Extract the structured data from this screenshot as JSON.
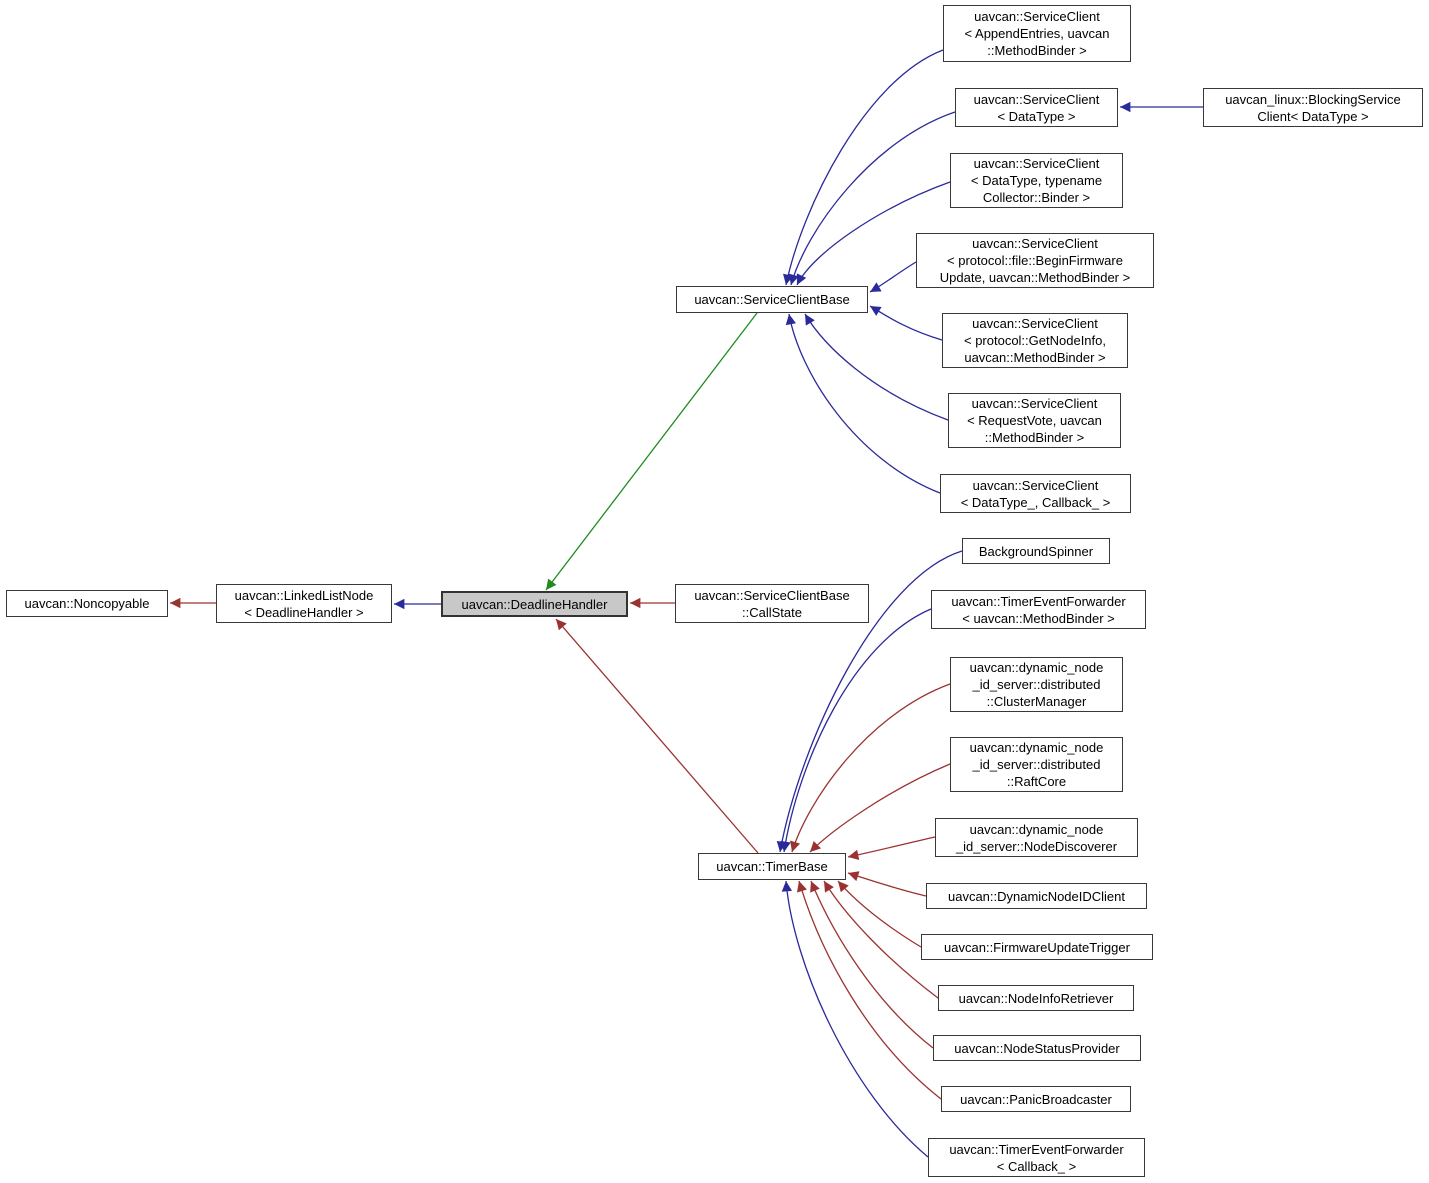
{
  "diagram": {
    "kind": "class-inheritance-graph",
    "focal_class": "uavcan::DeadlineHandler",
    "colors": {
      "public_inheritance": "#2a2a9a",
      "protected_inheritance": "#1e8c1e",
      "private_inheritance": "#9b3232",
      "node_border": "#383838",
      "node_fill": "#ffffff",
      "focal_node_fill": "#c8c8c8",
      "background": "#ffffff"
    },
    "nodes": [
      {
        "id": "sc-appendentries",
        "label": "uavcan::ServiceClient\n< AppendEntries, uavcan\n::MethodBinder >"
      },
      {
        "id": "sc-datatype",
        "label": "uavcan::ServiceClient\n< DataType >"
      },
      {
        "id": "blockingserviceclient",
        "label": "uavcan_linux::BlockingService\nClient< DataType >"
      },
      {
        "id": "sc-collector-binder",
        "label": "uavcan::ServiceClient\n< DataType, typename\nCollector::Binder >"
      },
      {
        "id": "sc-beginfirmware",
        "label": "uavcan::ServiceClient\n< protocol::file::BeginFirmware\nUpdate, uavcan::MethodBinder >"
      },
      {
        "id": "sc-getnodeinfo",
        "label": "uavcan::ServiceClient\n< protocol::GetNodeInfo,\nuavcan::MethodBinder >"
      },
      {
        "id": "sc-requestvote",
        "label": "uavcan::ServiceClient\n< RequestVote, uavcan\n::MethodBinder >"
      },
      {
        "id": "sc-datatype-callback",
        "label": "uavcan::ServiceClient\n< DataType_, Callback_ >"
      },
      {
        "id": "serviceclientbase",
        "label": "uavcan::ServiceClientBase"
      },
      {
        "id": "noncopyable",
        "label": "uavcan::Noncopyable"
      },
      {
        "id": "linkedlistnode",
        "label": "uavcan::LinkedListNode\n< DeadlineHandler >"
      },
      {
        "id": "deadlinehandler",
        "label": "uavcan::DeadlineHandler"
      },
      {
        "id": "callstate",
        "label": "uavcan::ServiceClientBase\n::CallState"
      },
      {
        "id": "backgroundspinner",
        "label": "BackgroundSpinner"
      },
      {
        "id": "tef-methodbinder",
        "label": "uavcan::TimerEventForwarder\n< uavcan::MethodBinder >"
      },
      {
        "id": "clustermanager",
        "label": "uavcan::dynamic_node\n_id_server::distributed\n::ClusterManager"
      },
      {
        "id": "raftcore",
        "label": "uavcan::dynamic_node\n_id_server::distributed\n::RaftCore"
      },
      {
        "id": "nodediscoverer",
        "label": "uavcan::dynamic_node\n_id_server::NodeDiscoverer"
      },
      {
        "id": "dynamicnodeidclient",
        "label": "uavcan::DynamicNodeIDClient"
      },
      {
        "id": "firmwareupdatetrigger",
        "label": "uavcan::FirmwareUpdateTrigger"
      },
      {
        "id": "nodeinforetriever",
        "label": "uavcan::NodeInfoRetriever"
      },
      {
        "id": "nodestatusprovider",
        "label": "uavcan::NodeStatusProvider"
      },
      {
        "id": "panicbroadcaster",
        "label": "uavcan::PanicBroadcaster"
      },
      {
        "id": "tef-callback",
        "label": "uavcan::TimerEventForwarder\n< Callback_ >"
      },
      {
        "id": "timerbase",
        "label": "uavcan::TimerBase"
      }
    ],
    "edges": [
      {
        "from": "sc-appendentries",
        "to": "serviceclientbase",
        "relation": "public"
      },
      {
        "from": "sc-datatype",
        "to": "serviceclientbase",
        "relation": "public"
      },
      {
        "from": "blockingserviceclient",
        "to": "sc-datatype",
        "relation": "public"
      },
      {
        "from": "sc-collector-binder",
        "to": "serviceclientbase",
        "relation": "public"
      },
      {
        "from": "sc-beginfirmware",
        "to": "serviceclientbase",
        "relation": "public"
      },
      {
        "from": "sc-getnodeinfo",
        "to": "serviceclientbase",
        "relation": "public"
      },
      {
        "from": "sc-requestvote",
        "to": "serviceclientbase",
        "relation": "public"
      },
      {
        "from": "sc-datatype-callback",
        "to": "serviceclientbase",
        "relation": "public"
      },
      {
        "from": "serviceclientbase",
        "to": "deadlinehandler",
        "relation": "protected"
      },
      {
        "from": "callstate",
        "to": "deadlinehandler",
        "relation": "private"
      },
      {
        "from": "timerbase",
        "to": "deadlinehandler",
        "relation": "private"
      },
      {
        "from": "deadlinehandler",
        "to": "linkedlistnode",
        "relation": "public"
      },
      {
        "from": "linkedlistnode",
        "to": "noncopyable",
        "relation": "private"
      },
      {
        "from": "backgroundspinner",
        "to": "timerbase",
        "relation": "public"
      },
      {
        "from": "tef-methodbinder",
        "to": "timerbase",
        "relation": "public"
      },
      {
        "from": "clustermanager",
        "to": "timerbase",
        "relation": "private"
      },
      {
        "from": "raftcore",
        "to": "timerbase",
        "relation": "private"
      },
      {
        "from": "nodediscoverer",
        "to": "timerbase",
        "relation": "private"
      },
      {
        "from": "dynamicnodeidclient",
        "to": "timerbase",
        "relation": "private"
      },
      {
        "from": "firmwareupdatetrigger",
        "to": "timerbase",
        "relation": "private"
      },
      {
        "from": "nodeinforetriever",
        "to": "timerbase",
        "relation": "private"
      },
      {
        "from": "nodestatusprovider",
        "to": "timerbase",
        "relation": "private"
      },
      {
        "from": "panicbroadcaster",
        "to": "timerbase",
        "relation": "private"
      },
      {
        "from": "tef-callback",
        "to": "timerbase",
        "relation": "public"
      }
    ]
  }
}
